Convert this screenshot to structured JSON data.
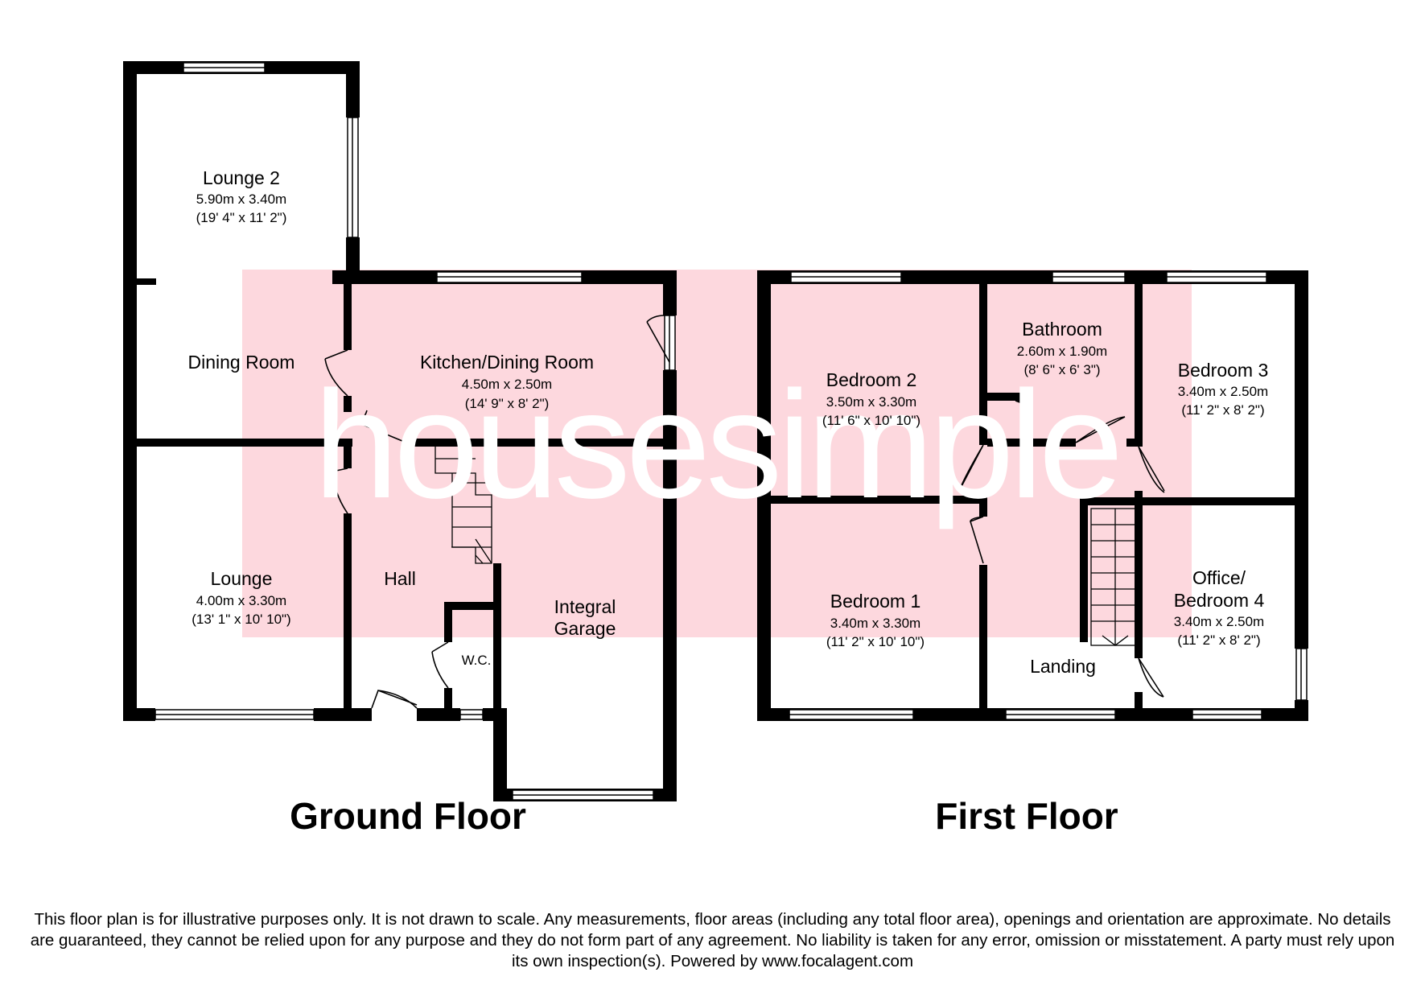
{
  "watermark": {
    "text": "housesimple",
    "band_color": "#fdd8de"
  },
  "floors": [
    {
      "id": "ground",
      "title": "Ground Floor",
      "rooms": [
        {
          "id": "lounge-2",
          "name": "Lounge 2",
          "metric": "5.90m x 3.40m",
          "imperial": "(19' 4\" x 11' 2\")"
        },
        {
          "id": "dining-room",
          "name": "Dining Room"
        },
        {
          "id": "kitchen-dining",
          "name": "Kitchen/Dining Room",
          "metric": "4.50m x 2.50m",
          "imperial": "(14' 9\" x 8' 2\")"
        },
        {
          "id": "lounge",
          "name": "Lounge",
          "metric": "4.00m x 3.30m",
          "imperial": "(13' 1\" x 10' 10\")"
        },
        {
          "id": "hall",
          "name": "Hall"
        },
        {
          "id": "wc",
          "name": "W.C."
        },
        {
          "id": "garage",
          "name_line1": "Integral",
          "name_line2": "Garage"
        }
      ]
    },
    {
      "id": "first",
      "title": "First Floor",
      "rooms": [
        {
          "id": "bedroom-2",
          "name": "Bedroom 2",
          "metric": "3.50m x 3.30m",
          "imperial": "(11' 6\" x 10' 10\")"
        },
        {
          "id": "bathroom",
          "name": "Bathroom",
          "metric": "2.60m x 1.90m",
          "imperial": "(8' 6\" x 6' 3\")"
        },
        {
          "id": "bedroom-3",
          "name": "Bedroom 3",
          "metric": "3.40m x 2.50m",
          "imperial": "(11' 2\" x 8' 2\")"
        },
        {
          "id": "bedroom-1",
          "name": "Bedroom 1",
          "metric": "3.40m x 3.30m",
          "imperial": "(11' 2\" x 10' 10\")"
        },
        {
          "id": "landing",
          "name": "Landing"
        },
        {
          "id": "office",
          "name_line1": "Office/",
          "name_line2": "Bedroom 4",
          "metric": "3.40m x 2.50m",
          "imperial": "(11' 2\" x 8' 2\")"
        }
      ]
    }
  ],
  "disclaimer": "This floor plan is for illustrative purposes only. It is not drawn to scale. Any measurements, floor areas (including any total floor area), openings and orientation are approximate. No details are guaranteed, they cannot be relied upon for any purpose and they do not form part of any agreement. No liability is taken for any error, omission or misstatement. A party must rely upon its own inspection(s). Powered by www.focalagent.com"
}
